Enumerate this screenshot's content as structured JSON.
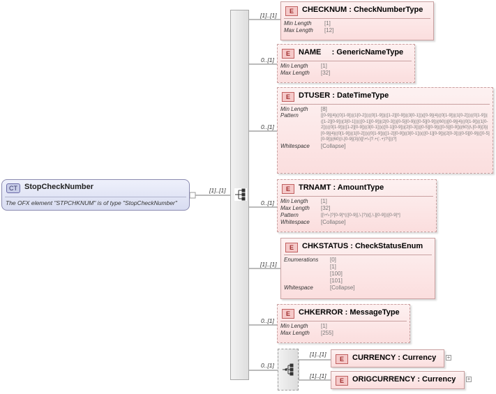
{
  "complex_type": {
    "badge": "CT",
    "name": "StopCheckNumber",
    "doc": "The OFX element \"STPCHKNUM\" is of type \"StopCheckNumber\"",
    "occurrence": "[1]..[1]"
  },
  "elements": [
    {
      "badge": "E",
      "name": "CHECKNUM",
      "type": ": CheckNumberType",
      "occurrence": "[1]..[1]",
      "facets": [
        {
          "name": "Min Length",
          "value": "[1]"
        },
        {
          "name": "Max Length",
          "value": "[12]"
        }
      ]
    },
    {
      "badge": "E",
      "name": "NAME",
      "type": ": GenericNameType",
      "occurrence": "0..[1]",
      "facets": [
        {
          "name": "Min Length",
          "value": "[1]"
        },
        {
          "name": "Max Length",
          "value": "[32]"
        }
      ]
    },
    {
      "badge": "E",
      "name": "DTUSER",
      "type": ": DateTimeType",
      "occurrence": "0..[1]",
      "facets": [
        {
          "name": "Min Length",
          "value": "[8]"
        },
        {
          "name": "Pattern",
          "value": "[[0-9]{4}((0[1-9])|(1[0-2]))((0[1-9])|([1-2][0-9])|(3[0-1]))([0-9]{4}((0[1-9])|(1[0-2]))((0[1-9])|([1-2][0-9])|(3[0-1]))(([0-1][0-9])|(2[0-3]))[0-5][0-9](([0-5][0-9])|(60))|[0-9]{4}((0[1-9])|(1[0-2]))((0[1-9])|([1-2][0-9])|(3[0-1]))(([0-1][0-9])|(2[0-3]))[0-5][0-9](([0-5][0-9])|(60))\\.[0-9]{3}|[0-9]{4}((0[1-9])|(1[0-2]))((0[1-9])|([1-2][0-9])|(3[0-1]))(([0-1][0-9])|(2[0-3]))[0-5][0-9](([0-5][0-9])|(60))\\.[0-9]{3}(\\[[\\+\\-]?.+(:.+)?\\]))?]"
        },
        {
          "name": "Whitespace",
          "value": "[Collapse]"
        }
      ]
    },
    {
      "badge": "E",
      "name": "TRNAMT",
      "type": ": AmountType",
      "occurrence": "0..[1]",
      "facets": [
        {
          "name": "Min Length",
          "value": "[1]"
        },
        {
          "name": "Max Length",
          "value": "[32]"
        },
        {
          "name": "Pattern",
          "value": "[[\\+\\-]?[0-9]*(([0-9][,\\.]?)|([,\\.][0-9]))[0-9]*]"
        },
        {
          "name": "Whitespace",
          "value": "[Collapse]"
        }
      ]
    },
    {
      "badge": "E",
      "name": "CHKSTATUS",
      "type": ": CheckStatusEnum",
      "occurrence": "[1]..[1]",
      "facets": [
        {
          "name": "Enumerations",
          "value": "[0]"
        },
        {
          "name": "",
          "value": "[1]"
        },
        {
          "name": "",
          "value": "[100]"
        },
        {
          "name": "",
          "value": "[101]"
        },
        {
          "name": "Whitespace",
          "value": "[Collapse]"
        }
      ]
    },
    {
      "badge": "E",
      "name": "CHKERROR",
      "type": ": MessageType",
      "occurrence": "0..[1]",
      "facets": [
        {
          "name": "Min Length",
          "value": "[1]"
        },
        {
          "name": "Max Length",
          "value": "[255]"
        }
      ]
    }
  ],
  "choice": {
    "occurrence": "0..[1]",
    "elements": [
      {
        "badge": "E",
        "name": "CURRENCY",
        "type": ": Currency",
        "occurrence": "[1]..[1]",
        "expand": "+"
      },
      {
        "badge": "E",
        "name": "ORIGCURRENCY",
        "type": ": Currency",
        "occurrence": "[1]..[1]",
        "expand": "+"
      }
    ]
  },
  "colors": {
    "element_border": "#c9a0a0",
    "element_fill": "#fbdede",
    "complex_type_fill": "#d8dcf1",
    "connector": "#777777"
  },
  "icons": {
    "sequence": "sequence-icon",
    "choice": "choice-icon"
  }
}
